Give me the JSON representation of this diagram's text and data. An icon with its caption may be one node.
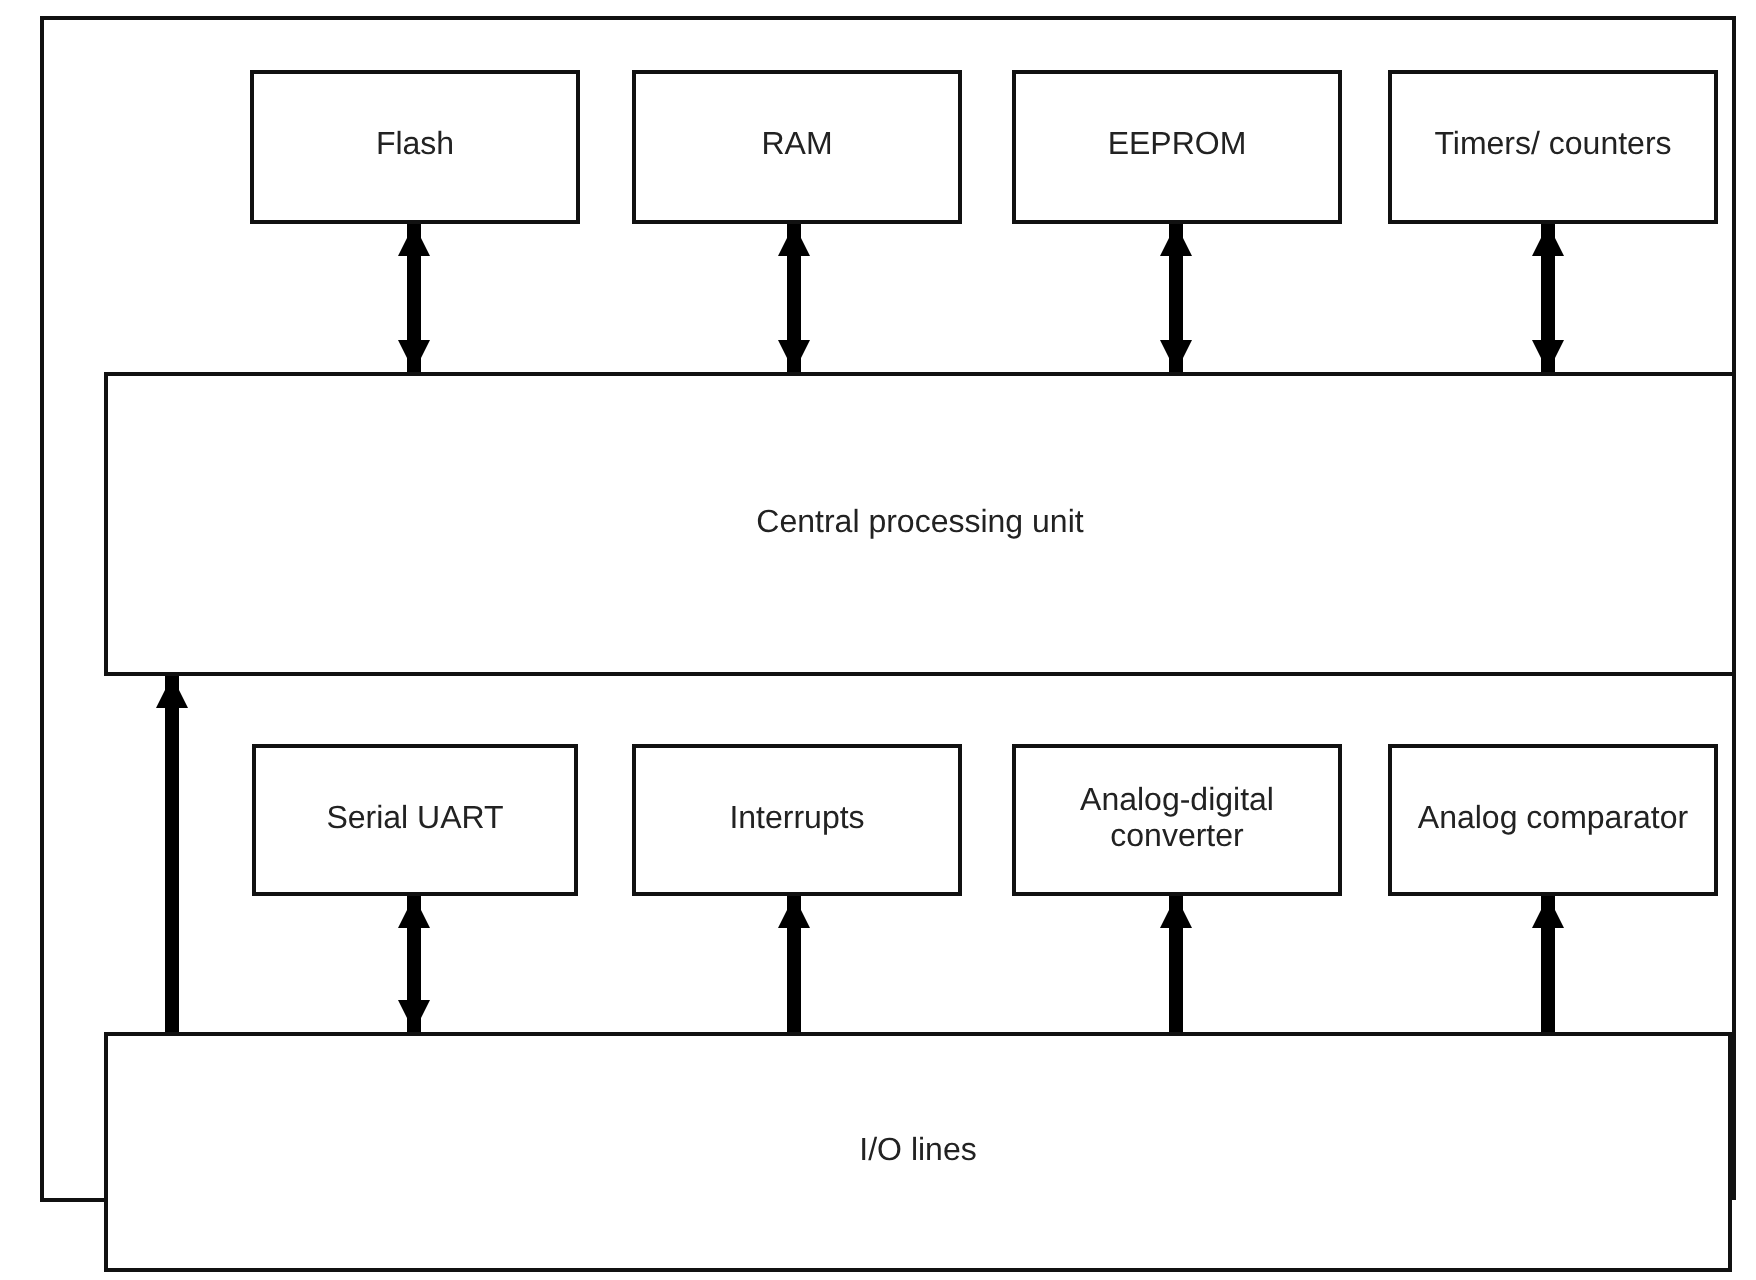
{
  "diagram": {
    "nodes": [
      {
        "text": [],
        "shape": "box"
      },
      {
        "text": [
          "Flash"
        ],
        "in": 0
      },
      {
        "text": [
          "RAM"
        ],
        "in": 0
      },
      {
        "text": [
          "EEPROM"
        ],
        "in": 0
      },
      {
        "text": [
          "Timers/ counters"
        ],
        "in": 0
      },
      {
        "text": [
          "Central processing unit"
        ],
        "in": 0
      },
      {
        "text": [
          "Serial UART"
        ],
        "in": 0
      },
      {
        "text": [
          "Interrupts"
        ],
        "in": 0
      },
      {
        "text": [
          "Analog-digital converter"
        ],
        "in": 0
      },
      {
        "text": [
          "Analog comparator"
        ],
        "in": 0
      },
      {
        "text": [
          "I/O lines"
        ]
      }
    ],
    "edges": [
      {
        "from": 1,
        "to": 5,
        "arrow": "both"
      },
      {
        "from": 2,
        "to": 5,
        "arrow": "both"
      },
      {
        "from": 3,
        "to": 5,
        "arrow": "both"
      },
      {
        "from": 4,
        "to": 5,
        "arrow": "both"
      },
      {
        "from": 10,
        "to": 5,
        "arrow": "to"
      },
      {
        "from": 6,
        "to": 10,
        "arrow": "both"
      },
      {
        "from": 10,
        "to": 7,
        "arrow": "to"
      },
      {
        "from": 10,
        "to": 8,
        "arrow": "to"
      },
      {
        "from": 10,
        "to": 9,
        "arrow": "to"
      }
    ]
  }
}
